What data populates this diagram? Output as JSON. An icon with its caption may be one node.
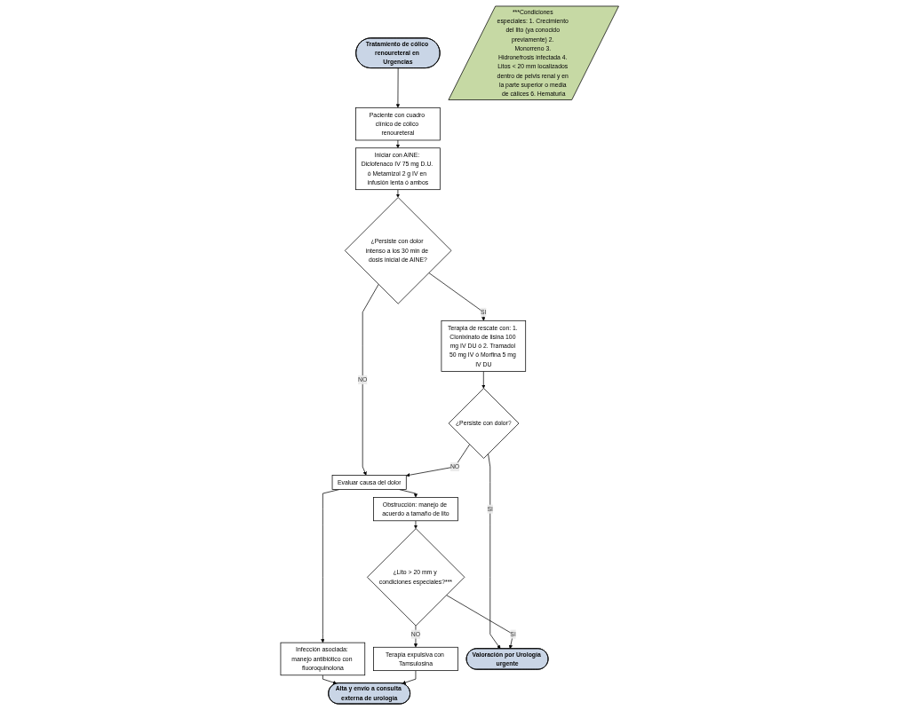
{
  "diagram": {
    "nodes": [
      {
        "text": [
          "Tratamiento de cólico renoureteral en Urgencias"
        ]
      },
      {
        "text": [
          "Paciente con cuadro clínico de cólico renoureteral"
        ]
      },
      {
        "text": [
          "Iniciar con AINE: Diclofenaco IV 75 mg D.U. ó Metamizol 2 g IV en infusión lenta ó ambos"
        ]
      },
      {
        "text": [
          "¿Persiste con dolor intenso a los 30 min de dosis inicial de AINE?"
        ]
      },
      {
        "text": [
          "Terapia de rescate con: 1. Clonixinato de lisina 100 mg IV DU ó 2. Tramadol 50 mg IV ó Morfina 5 mg IV DU"
        ]
      },
      {
        "text": [
          "Evaluar causa del dolor"
        ]
      },
      {
        "text": [
          "¿Persiste con dolor?"
        ]
      },
      {
        "text": [
          "Infección asociada: manejo antibiótico con fluoroquinolona"
        ]
      },
      {
        "text": [
          "Alta y envío a consulta externa de urología"
        ]
      },
      {
        "text": [
          "Obstrucción: manejo de acuerdo a tamaño de lito"
        ]
      },
      {
        "text": [
          "Terapia expulsiva con Tamsulosina"
        ]
      },
      {
        "text": [
          "¿Lito > 20 mm y condiciones especiales?***"
        ]
      },
      {
        "text": [
          "Valoración por Urología urgente"
        ]
      },
      {
        "text": [
          "***Condiciones especiales: 1. Crecimiento del lito (ya conocido previamente) 2. Monorreno 3. Hidronefrosis infectada 4. Litos < 20 mm localizados dentro de pelvis renal y en la parte superior o media de cálices 6. Hematuria"
        ]
      }
    ],
    "edges": [
      {
        "from": 0,
        "to": 1,
        "arrow": "to"
      },
      {
        "from": 1,
        "to": 2,
        "arrow": "to"
      },
      {
        "from": 2,
        "to": 3,
        "arrow": "to"
      },
      {
        "from": 3,
        "to": 4,
        "arrow": "to",
        "label": "SI"
      },
      {
        "from": 3,
        "to": 5,
        "arrow": "to",
        "label": "NO"
      },
      {
        "from": 4,
        "to": 6,
        "arrow": "to"
      },
      {
        "from": 6,
        "to": 5,
        "arrow": "to",
        "label": "NO"
      },
      {
        "from": 6,
        "to": 12,
        "arrow": "to",
        "label": "SI"
      },
      {
        "from": 5,
        "to": 7,
        "arrow": "to"
      },
      {
        "from": 5,
        "to": 9,
        "arrow": "to"
      },
      {
        "from": 7,
        "to": 8,
        "arrow": "to"
      },
      {
        "from": 9,
        "to": 11,
        "arrow": "to"
      },
      {
        "from": 11,
        "to": 10,
        "arrow": "to",
        "label": "NO"
      },
      {
        "from": 11,
        "to": 12,
        "arrow": "to",
        "label": "SI"
      },
      {
        "from": 10,
        "to": 8,
        "arrow": "to"
      }
    ]
  }
}
